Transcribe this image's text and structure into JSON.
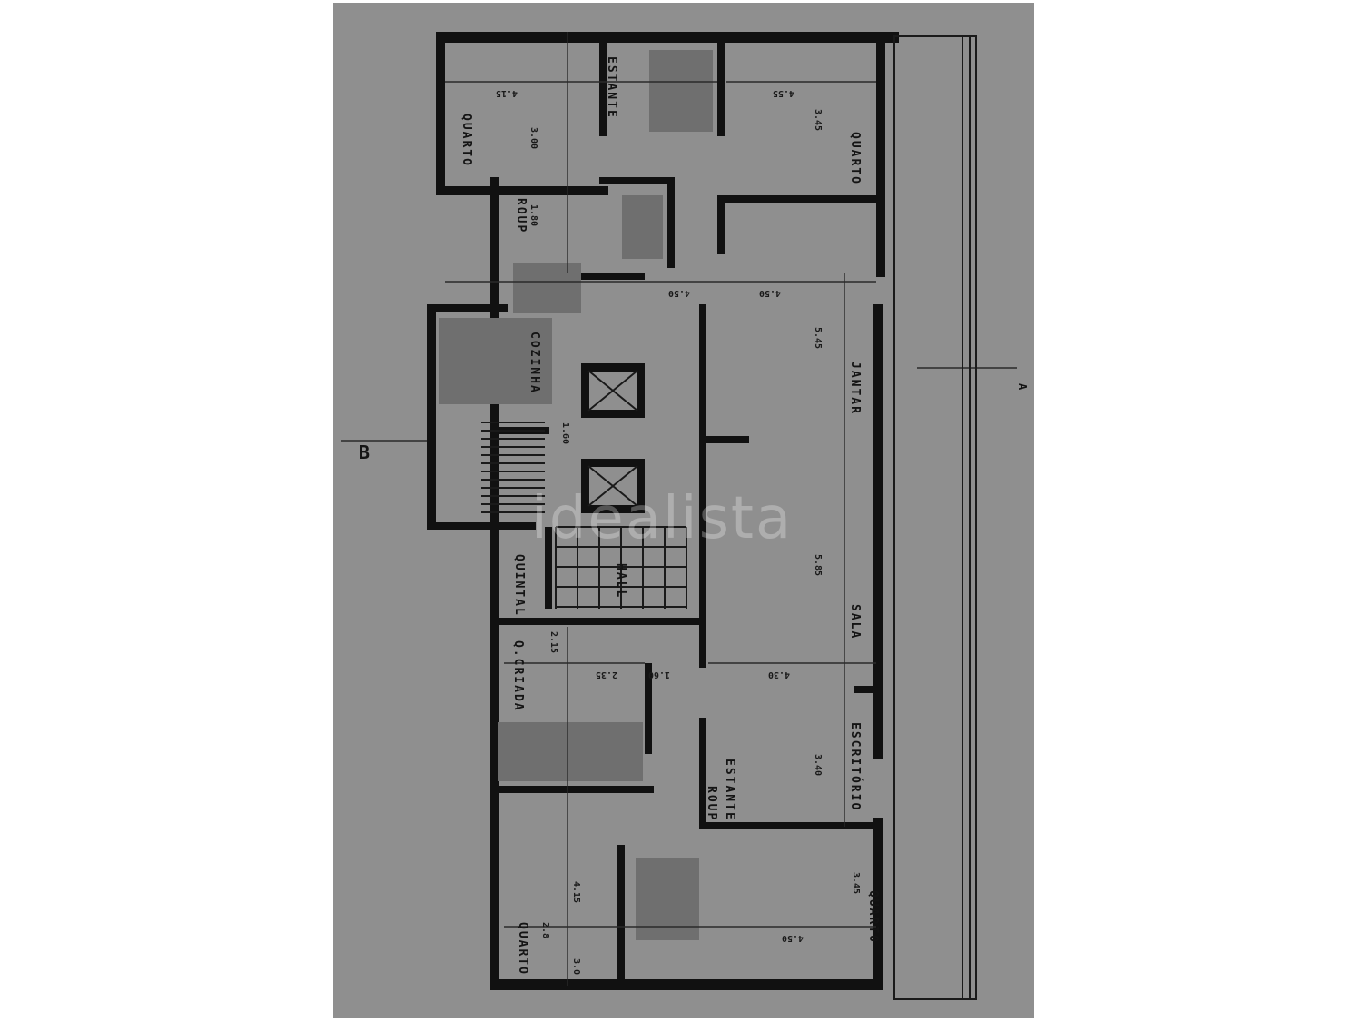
{
  "colors": {
    "paper": "#8f8f8f",
    "ink": "#111111",
    "background": "#ffffff"
  },
  "plan": {
    "rooms": {
      "quarto_top_left": "QUARTO",
      "estante_top": "ESTANTE",
      "quarto_top_right": "QUARTO",
      "roup_top": "ROUP",
      "cozinha": "COZINHA",
      "jantar": "JANTAR",
      "hall": "HALL",
      "quintal": "QUINTAL",
      "criada": "Q.CRIADA",
      "sala": "SALA",
      "escritorio": "ESCRITÓRIO",
      "roup_bottom": "ROUP",
      "estante_bottom": "ESTANTE",
      "quarto_bottom_left": "QUARTO",
      "quarto_bottom_right": "QUARTO"
    },
    "dimensions": {
      "d1": "4.15",
      "d2": "3.00",
      "d3": "4.55",
      "d4": "3.45",
      "d5": "1.80",
      "d6": "4.50",
      "d7": "4.50",
      "d8": "5.45",
      "d9": "1.60",
      "d10": "5.85",
      "d11": "2.15",
      "d12": "2.35",
      "d13": "1.60",
      "d14": "4.30",
      "d15": "3.40",
      "d16": "4.15",
      "d17": "2.8",
      "d18": "4.50",
      "d19": "3.45",
      "d20": "3.0"
    },
    "markers": {
      "section_left": "B",
      "section_right": "A",
      "watermark": "idealista"
    }
  }
}
